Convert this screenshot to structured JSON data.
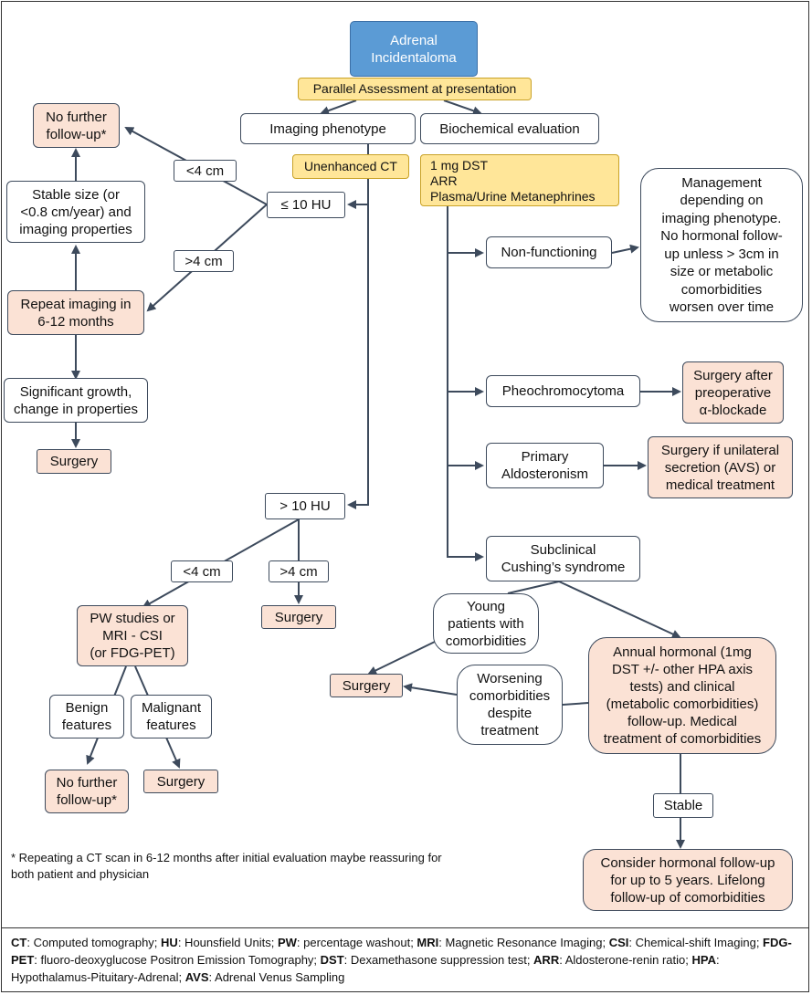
{
  "nodes": {
    "adrenal": "Adrenal\nIncidentaloma",
    "parallel": "Parallel Assessment at presentation",
    "imaging": "Imaging phenotype",
    "biochem": "Biochemical evaluation",
    "unenhanced_ct": "Unenhanced CT",
    "biochem_tests": "1 mg DST\nARR\nPlasma/Urine Metanephrines",
    "le10hu": "≤ 10 HU",
    "gt10hu": "> 10 HU",
    "no_further_top": "No further\nfollow-up*",
    "stable_size": "Stable size (or\n<0.8 cm/year) and\nimaging properties",
    "repeat_imaging": "Repeat imaging in\n6-12 months",
    "significant_growth": "Significant growth,\nchange in properties",
    "surgery_left": "Surgery",
    "pw_studies": "PW studies or\nMRI - CSI\n(or FDG-PET)",
    "surgery_gt4": "Surgery",
    "benign": "Benign\nfeatures",
    "malignant": "Malignant\nfeatures",
    "no_further_bottom": "No further\nfollow-up*",
    "surgery_malignant": "Surgery",
    "non_functioning": "Non-functioning",
    "management": "Management\ndepending on\nimaging phenotype.\nNo hormonal follow-\nup unless > 3cm in\nsize or metabolic\ncomorbidities\nworsen over time",
    "pheo": "Pheochromocytoma",
    "surgery_pheo": "Surgery after\npreoperative\nα-blockade",
    "primary_aldo": "Primary\nAldosteronism",
    "surgery_aldo": "Surgery if unilateral\nsecretion (AVS) or\nmedical treatment",
    "subclinical": "Subclinical\nCushing’s syndrome",
    "young": "Young\npatients with\ncomorbidities",
    "surgery_cushing": "Surgery",
    "worsening": "Worsening\ncomorbidities\ndespite\ntreatment",
    "annual": "Annual hormonal (1mg\nDST +/- other HPA axis\ntests) and clinical\n(metabolic comorbidities)\nfollow-up. Medical\ntreatment of comorbidities",
    "stable_label": "Stable",
    "consider": "Consider hormonal follow-up\nfor up to 5 years. Lifelong\nfollow-up of comorbidities"
  },
  "edge_labels": {
    "lt4_top": "<4 cm",
    "gt4_top": ">4 cm",
    "lt4_bottom": "<4 cm",
    "gt4_bottom": ">4 cm"
  },
  "footnote": "* Repeating a CT scan in 6-12 months after initial evaluation maybe reassuring for both patient and physician",
  "legend": [
    {
      "abbr": "CT",
      "def": "Computed tomography;"
    },
    {
      "abbr": "HU",
      "def": "Hounsfield Units;"
    },
    {
      "abbr": "PW",
      "def": "percentage washout;"
    },
    {
      "abbr": "MRI",
      "def": "Magnetic Resonance Imaging;"
    },
    {
      "abbr": "CSI",
      "def": "Chemical-shift Imaging;"
    },
    {
      "abbr": "FDG-PET",
      "def": "fluoro-deoxyglucose Positron Emission Tomography;"
    },
    {
      "abbr": "DST",
      "def": "Dexamethasone suppression test;"
    },
    {
      "abbr": "ARR",
      "def": "Aldosterone-renin ratio;"
    },
    {
      "abbr": "HPA",
      "def": "Hypothalamus-Pituitary-Adrenal;"
    },
    {
      "abbr": "AVS",
      "def": "Adrenal Venus Sampling"
    }
  ],
  "colors": {
    "start": "#5b9bd5",
    "highlight": "#ffe699",
    "outcome": "#fbe2d5",
    "line": "#3d4a5c"
  }
}
